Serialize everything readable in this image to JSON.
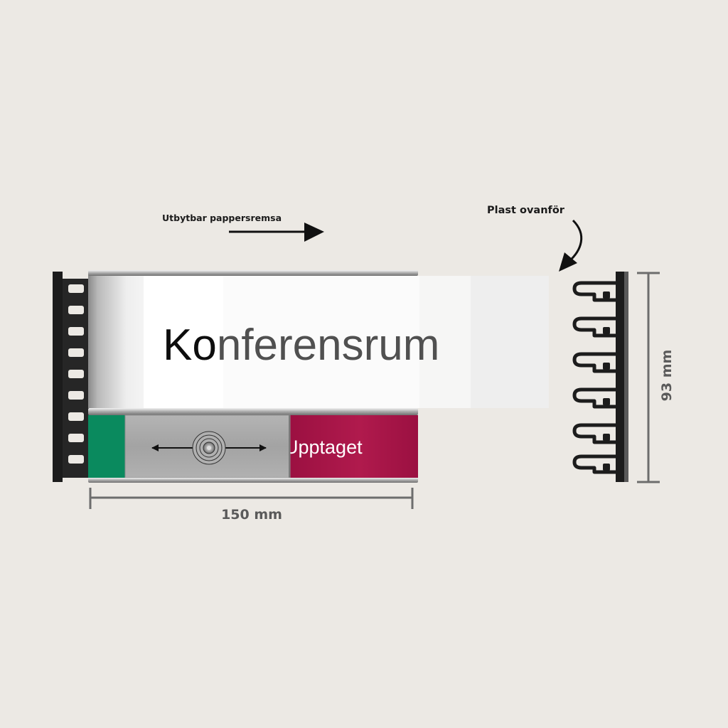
{
  "labels": {
    "paper_strip": "Utbytbar pappersremsa",
    "plastic_above": "Plast ovanför",
    "width": "150 mm",
    "height": "93 mm"
  },
  "sign": {
    "room_name_part1": "Ko",
    "room_name_part2": "nferensrum",
    "status_text": "Upptaget"
  },
  "colors": {
    "background": "#ece9e4",
    "status_free": "#0a8a5e",
    "status_busy": "#a51446",
    "bracket": "#1c1c1c",
    "dimension_line": "#6d6d6d"
  },
  "icons": {
    "slider_arrows": "double-arrow-icon",
    "slider_knob": "slider-knob-icon",
    "callout_arrow": "curved-arrow-icon"
  }
}
